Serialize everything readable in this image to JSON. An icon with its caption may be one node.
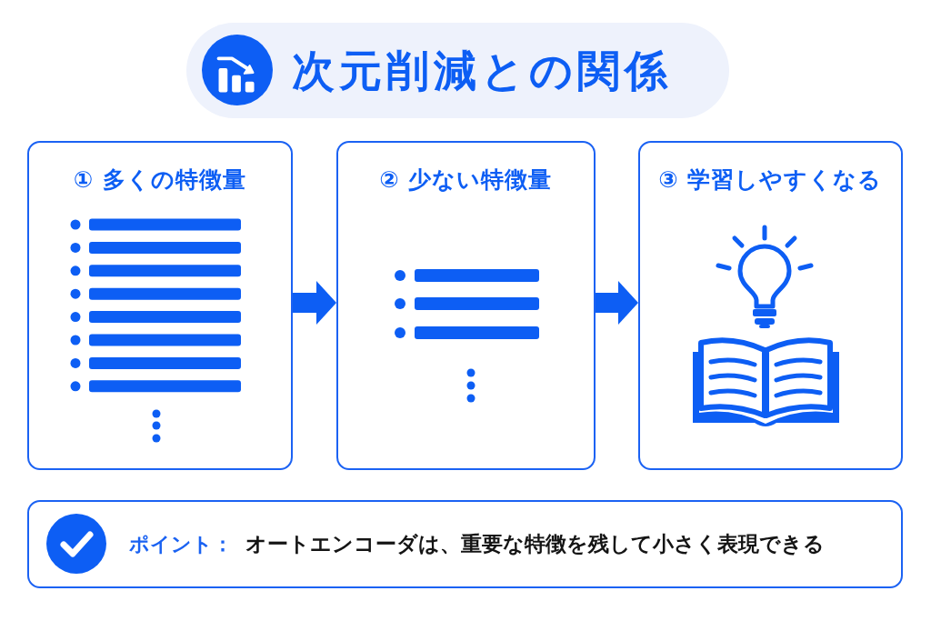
{
  "diagram": {
    "title": "次元削減との関係",
    "nodes": [
      {
        "text": [
          "① 多くの特徴量"
        ]
      },
      {
        "text": [
          "② 少ない特徴量"
        ]
      },
      {
        "text": [
          "③ 学習しやすくなる"
        ]
      },
      {
        "text": [
          "ポイント：",
          "オートエンコーダは、重要な特徴を残して小さく表現できる"
        ]
      }
    ],
    "edges": [
      {
        "from": 0,
        "to": 1,
        "arrow": "to"
      },
      {
        "from": 1,
        "to": 2,
        "arrow": "to"
      }
    ]
  }
}
